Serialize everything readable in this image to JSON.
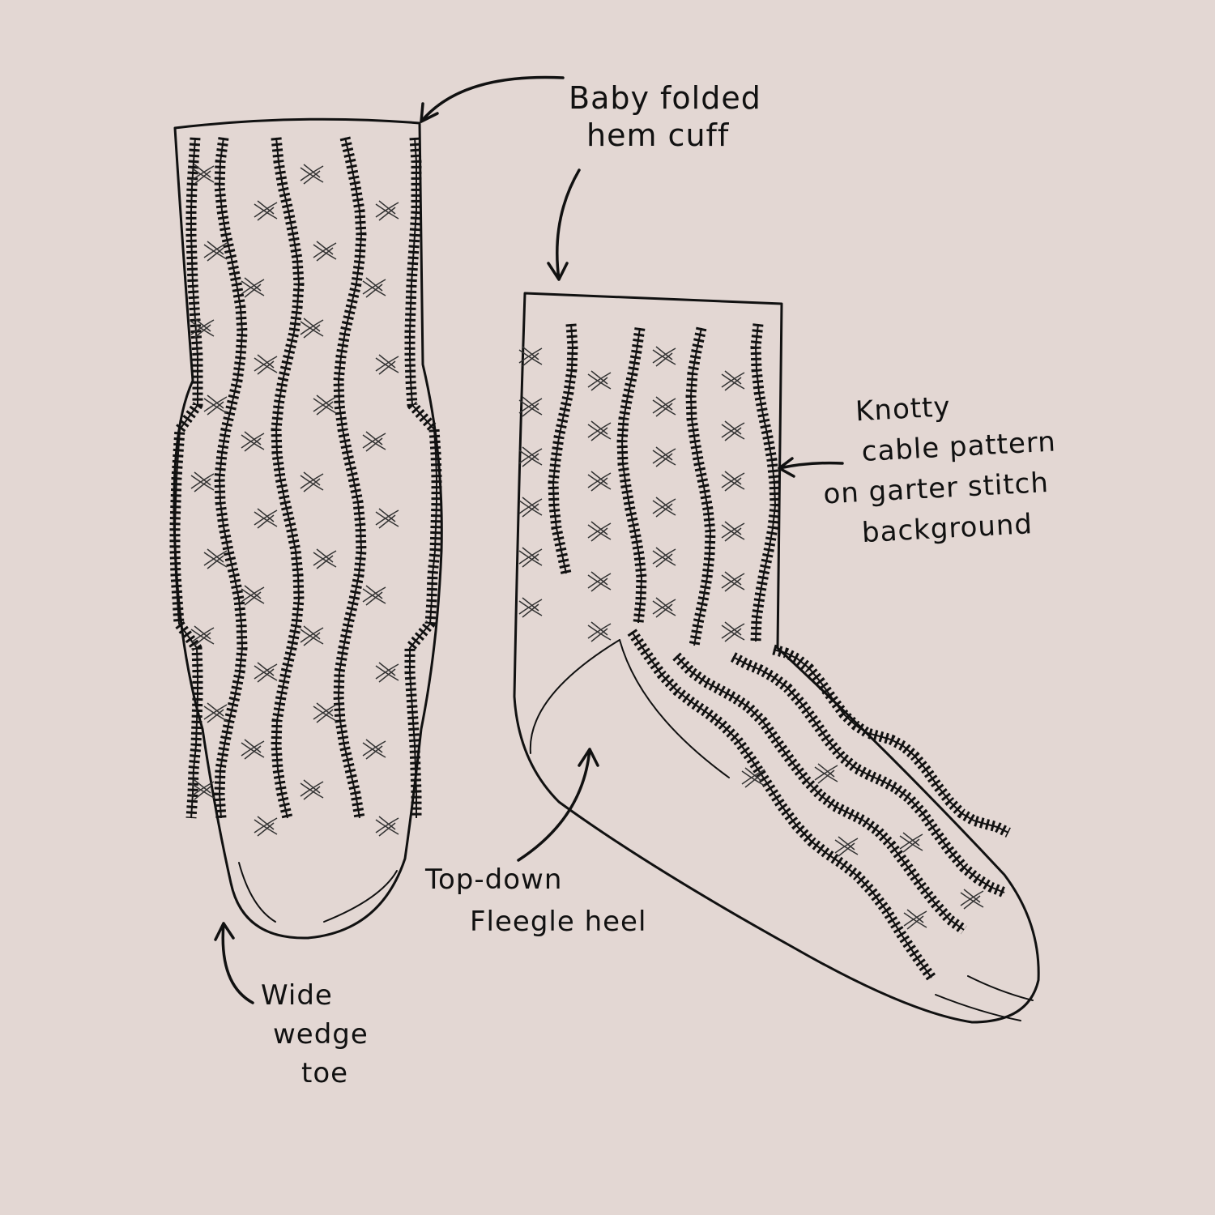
{
  "title": "Knotty cable sock sketch",
  "colors": {
    "background": "#e3d7d3",
    "ink": "#111111"
  },
  "annotations": {
    "cuff": {
      "lines": [
        "Baby folded",
        "hem cuff"
      ]
    },
    "cable": {
      "lines": [
        "Knotty",
        "cable pattern",
        "on garter stitch",
        "background"
      ]
    },
    "heel": {
      "lines": [
        "Top-down",
        "Fleegle heel"
      ]
    },
    "toe": {
      "lines": [
        "Wide",
        "wedge",
        "toe"
      ]
    }
  }
}
